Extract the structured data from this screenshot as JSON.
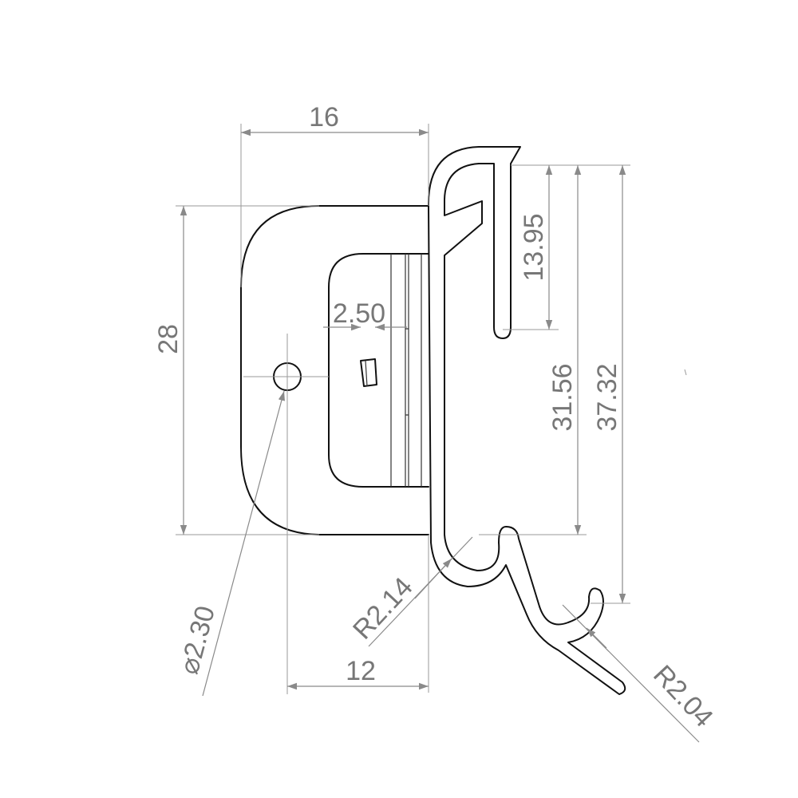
{
  "drawing": {
    "dimensions": {
      "width_top": "16",
      "height_left": "28",
      "slot_width": "2.50",
      "hole_diameter": "⌀2.30",
      "width_bottom": "12",
      "hook_depth": "13.95",
      "height_inner": "31.56",
      "height_overall": "37.32",
      "radius_small": "R2.14",
      "radius_tail": "R2.04"
    },
    "colors": {
      "outline": "#111111",
      "dimension": "#8a8a8a",
      "text": "#777777"
    }
  }
}
